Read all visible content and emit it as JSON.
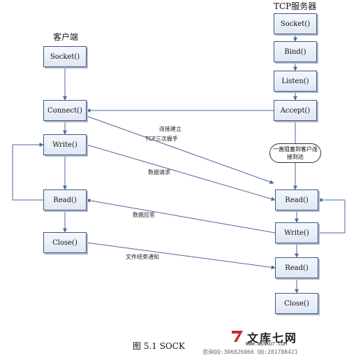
{
  "titles": {
    "client": "客户端",
    "server": "TCP服务器"
  },
  "client": [
    {
      "id": "c_socket",
      "label": "Socket()"
    },
    {
      "id": "c_connect",
      "label": "Connect()"
    },
    {
      "id": "c_write",
      "label": "Write()"
    },
    {
      "id": "c_read",
      "label": "Read()"
    },
    {
      "id": "c_close",
      "label": "Close()"
    }
  ],
  "server": [
    {
      "id": "s_socket",
      "label": "Socket()"
    },
    {
      "id": "s_bind",
      "label": "Bind()"
    },
    {
      "id": "s_listen",
      "label": "Listen()"
    },
    {
      "id": "s_accept",
      "label": "Accept()"
    },
    {
      "id": "s_read",
      "label": "Read()"
    },
    {
      "id": "s_write",
      "label": "Write()"
    },
    {
      "id": "s_read2",
      "label": "Read()"
    },
    {
      "id": "s_close",
      "label": "Close()"
    }
  ],
  "messages": {
    "connect": "连接建立",
    "handshake": "TCP三次握手",
    "request": "数据请求",
    "response": "数据应答",
    "eof": "文件结束通知"
  },
  "note": "一直阻塞到客户连接到达",
  "caption": "图 5.1 SOCK",
  "brand": {
    "name": "文库七网",
    "url": "WWW.WENKU7.COM",
    "contact": "咨询QQ:306826066 QQ:281788421"
  },
  "colors": {
    "line": "#4a6a98",
    "box_border": "#3f5a84"
  }
}
